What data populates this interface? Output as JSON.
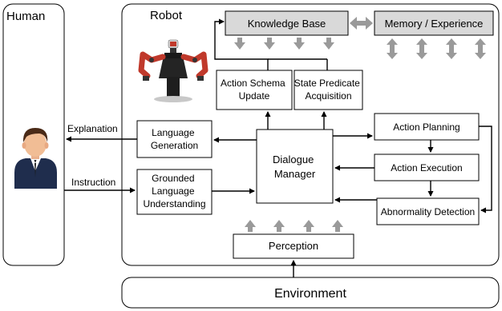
{
  "panels": {
    "human": "Human",
    "robot": "Robot",
    "environment": "Environment"
  },
  "modules": {
    "knowledge_base": "Knowledge Base",
    "memory_experience": "Memory / Experience",
    "action_schema_update": [
      "Action Schema",
      "Update"
    ],
    "state_predicate_acquisition": [
      "State Predicate",
      "Acquisition"
    ],
    "language_generation": [
      "Language",
      "Generation"
    ],
    "grounded_language_understanding": [
      "Grounded",
      "Language",
      "Understanding"
    ],
    "dialogue_manager": [
      "Dialogue",
      "Manager"
    ],
    "action_planning": "Action Planning",
    "action_execution": "Action Execution",
    "abnormality_detection": "Abnormality Detection",
    "perception": "Perception"
  },
  "edge_labels": {
    "explanation": "Explanation",
    "instruction": "Instruction"
  },
  "colors": {
    "shaded_box": "#d9d9d9",
    "gray_arrow": "#9a9a9a",
    "stroke": "#000000"
  },
  "icons": {
    "human": "person-avatar-icon",
    "robot": "robot-icon"
  }
}
